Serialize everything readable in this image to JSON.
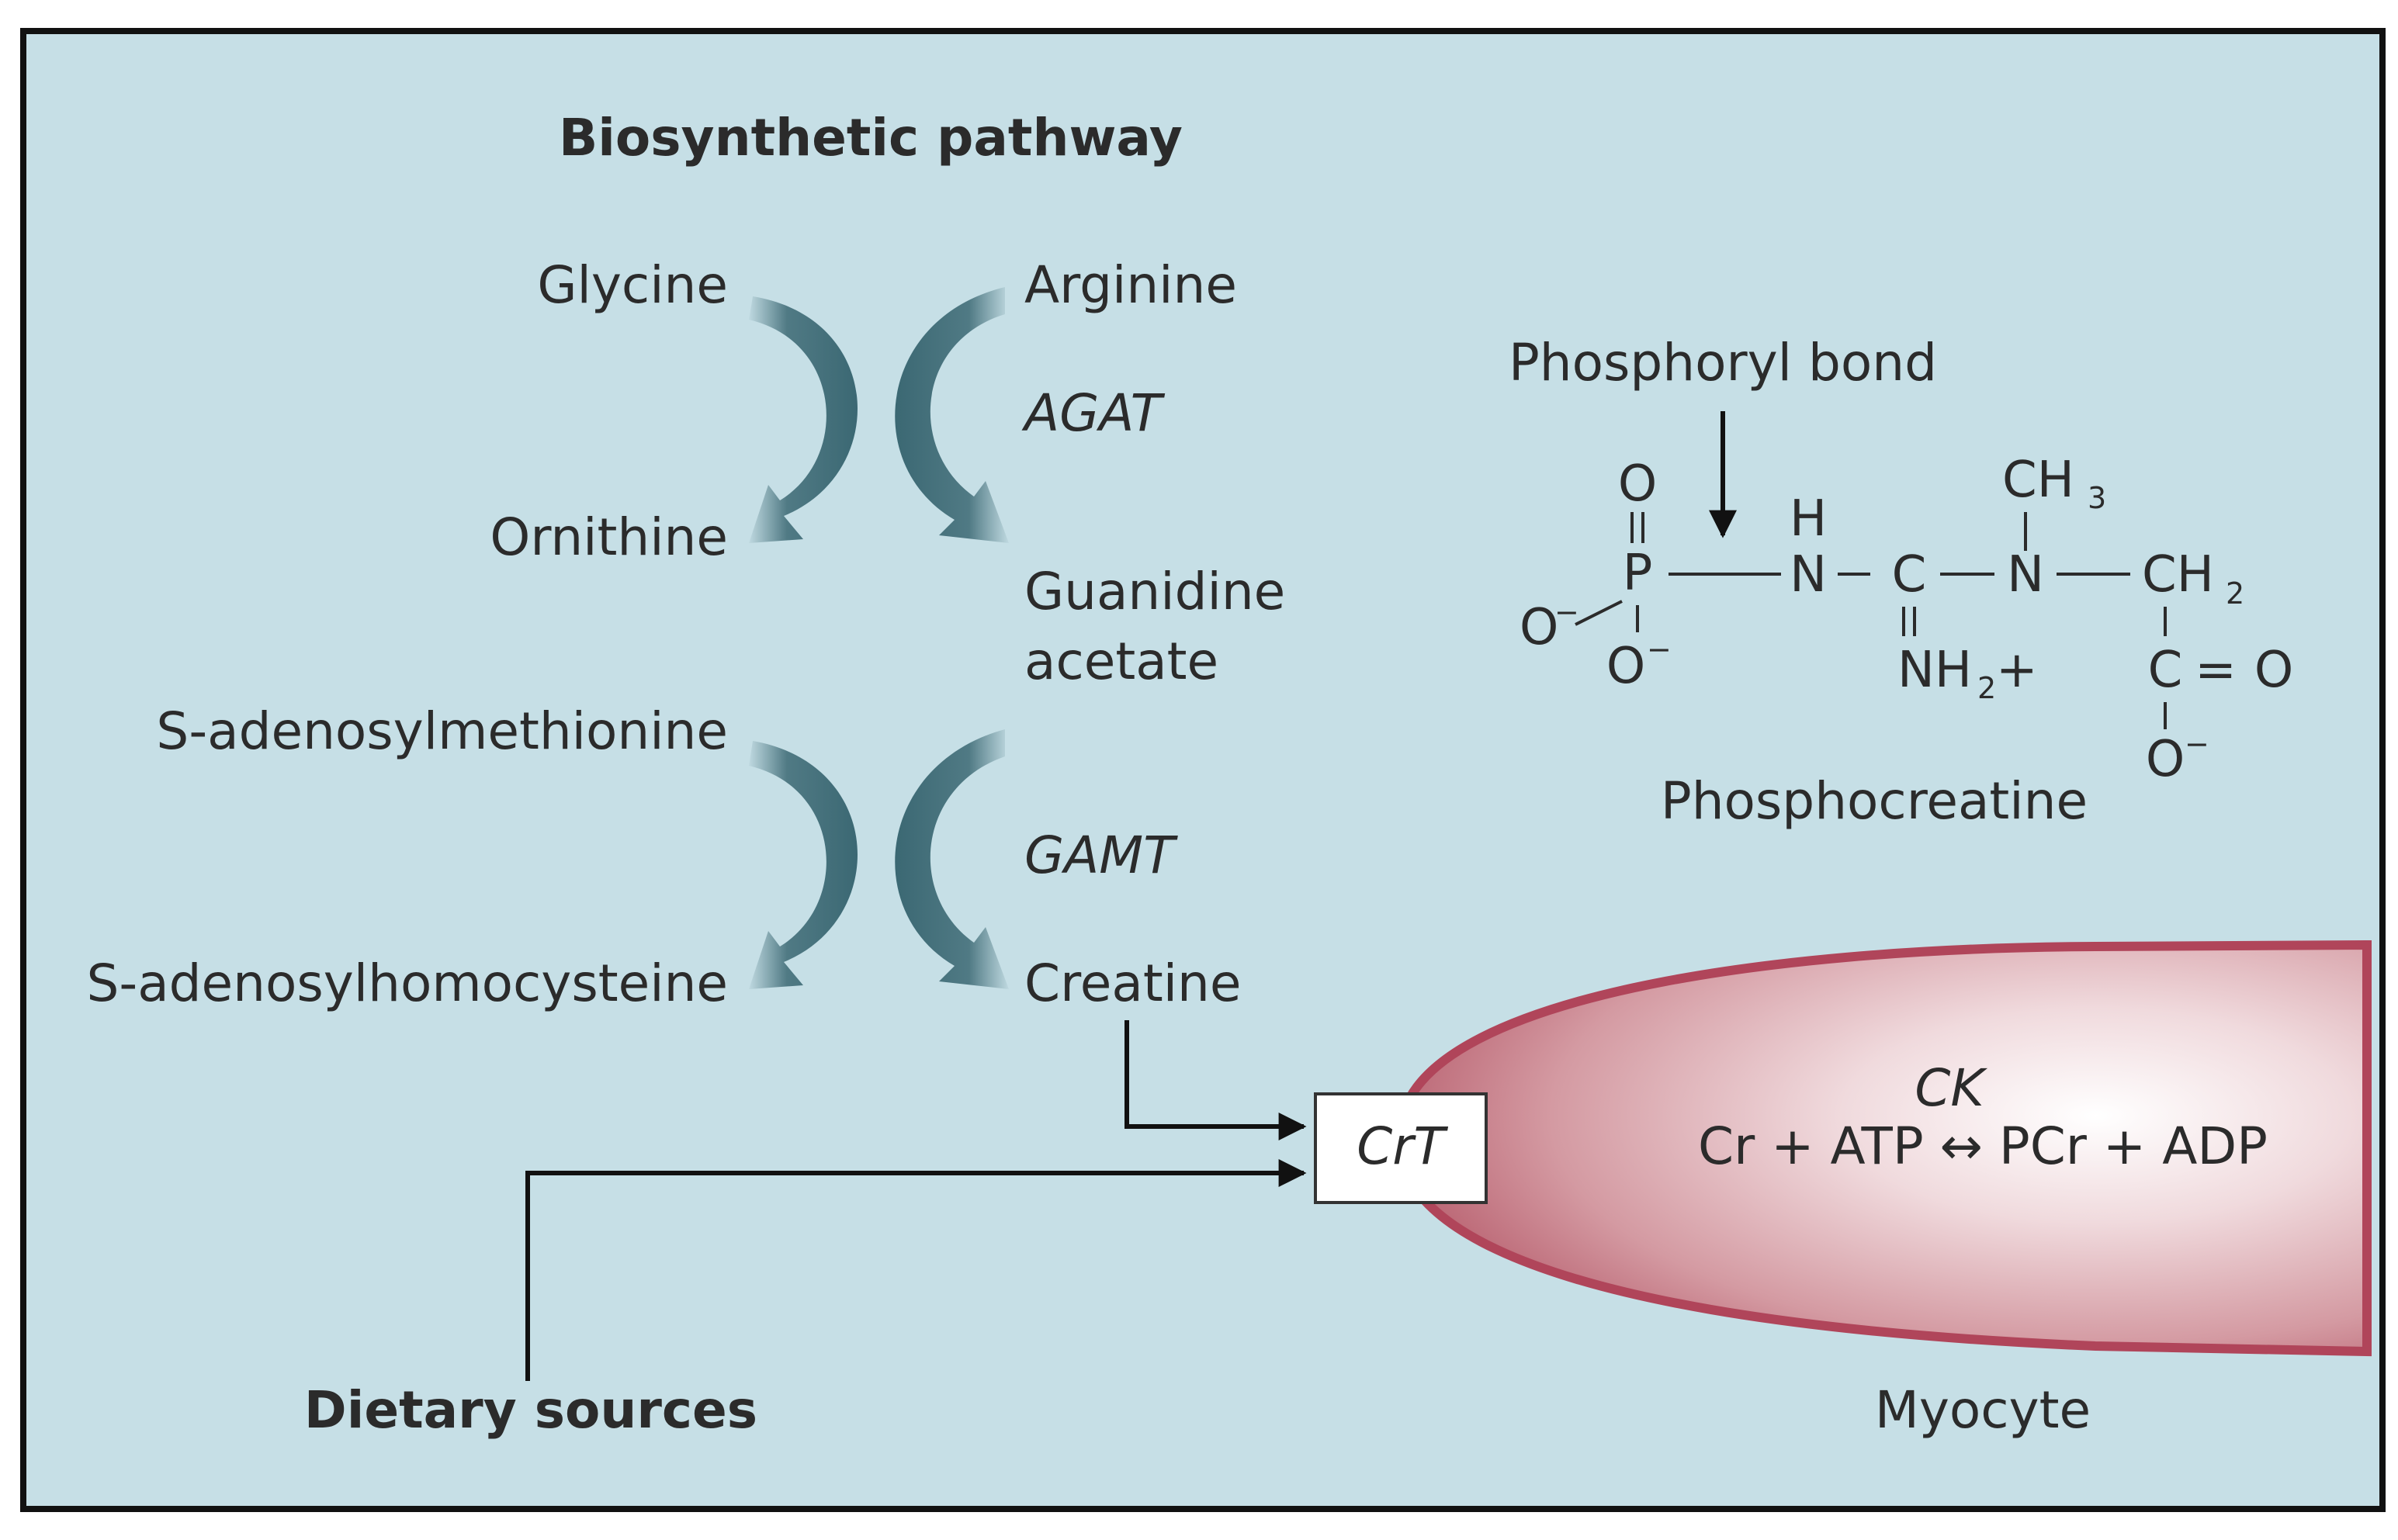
{
  "title": "Biosynthetic pathway",
  "pathway": {
    "glycine": "Glycine",
    "arginine": "Arginine",
    "ornithine": "Ornithine",
    "agat": "AGAT",
    "guanidine_acetate_line1": "Guanidine",
    "guanidine_acetate_line2": "acetate",
    "sam": "S-adenosylmethionine",
    "gamt": "GAMT",
    "sah": "S-adenosylhomocysteine",
    "creatine": "Creatine"
  },
  "dietary_sources": "Dietary sources",
  "transporter": "CrT",
  "myocyte": {
    "enzyme": "CK",
    "reaction": "Cr + ATP ↔ PCr + ADP",
    "label": "Myocyte"
  },
  "phosphocreatine": {
    "annotation": "Phosphoryl bond",
    "name": "Phosphocreatine",
    "atoms": {
      "o_double": "O",
      "o_minus_left": "O",
      "o_minus_bottom": "O",
      "minus": "−",
      "p": "P",
      "h": "H",
      "n1": "N",
      "c1": "C",
      "n2": "N",
      "ch3": "CH",
      "ch3_sub": "3",
      "ch2": "CH",
      "ch2_sub": "2",
      "nh2": "NH",
      "nh2_sub": "2",
      "plus": "+",
      "c2": "C",
      "eq": "=",
      "o_carbonyl": "O",
      "o_carboxyl": "O"
    }
  },
  "colors": {
    "background": "#c6dfe6",
    "arrow_teal": "#3b6873",
    "cell_fill": "#c98a92",
    "cell_edge": "#b0455a",
    "frame": "#111111"
  }
}
